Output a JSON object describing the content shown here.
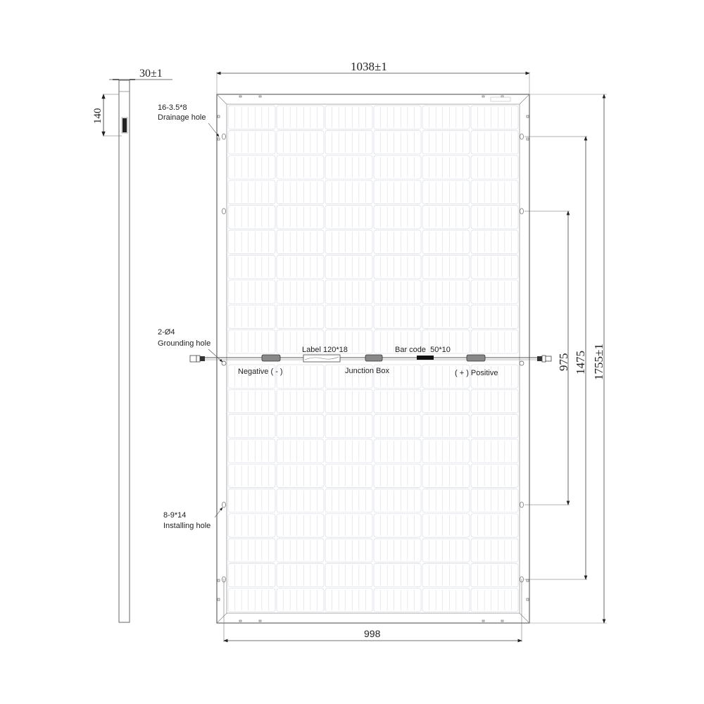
{
  "side_view": {
    "thickness_label": "30±1",
    "offset_label": "140"
  },
  "front_view": {
    "width_label": "1038±1",
    "inner_width_label": "998",
    "height_label": "1755±1",
    "mount_span_outer_label": "1475",
    "mount_span_inner_label": "975",
    "cell_grid": {
      "columns": 6,
      "rows_per_half": 10
    }
  },
  "annotations": {
    "drainage_spec": "16-3.5*8",
    "drainage_label": "Drainage hole",
    "grounding_spec": "2-Ø4",
    "grounding_label": "Grounding hole",
    "installing_spec": "8-9*14",
    "installing_label": "Installing hole",
    "label_spec": "Label 120*18",
    "barcode_spec": "Bar code  50*10",
    "negative_label": "Negative ( - )",
    "junction_label": "Junction Box",
    "positive_label": "( + ) Positive"
  },
  "colors": {
    "line": "#555555",
    "cell_line": "#d8dce4",
    "text": "#222222"
  }
}
